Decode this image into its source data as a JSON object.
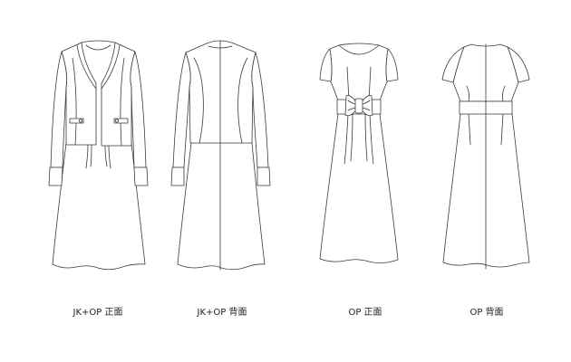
{
  "views": [
    {
      "label": "JK+OP 正面"
    },
    {
      "label": "JK+OP 背面"
    },
    {
      "label": "OP 正面"
    },
    {
      "label": "OP 背面"
    }
  ],
  "colors": {
    "background": "#ffffff",
    "line": "#3a3a3a",
    "label": "#222222"
  }
}
